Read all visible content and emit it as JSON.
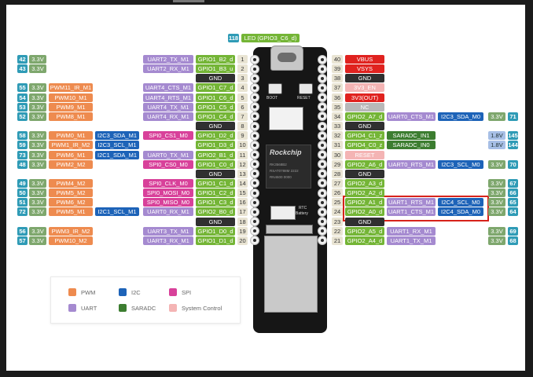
{
  "led": {
    "num": "118",
    "label": "LED (GPIO3_C6_d)"
  },
  "board": {
    "buttons": [
      "BOOT",
      "RESET"
    ],
    "chip_brand": "Rockchip",
    "chip_lines": [
      "RK3568B2",
      "RSAT0788M 2222",
      "RN4600 0000"
    ],
    "rtc_label": "RTC",
    "battery_label": "Battery"
  },
  "colors": {
    "pwm": "#ee8b4f",
    "i2c": "#1d63b8",
    "spi": "#d8419a",
    "uart": "#a58ad0",
    "saradc": "#3c7d30",
    "system": "#f4b4b4",
    "highlight": "#d7221b"
  },
  "left_rows": [
    {
      "num": "42",
      "volt": "3.3V",
      "pwm": "",
      "i2c": "",
      "func": "UART2_TX_M1",
      "gpio": "GPIO1_B2_d",
      "pin": "1"
    },
    {
      "num": "43",
      "volt": "3.3V",
      "pwm": "",
      "i2c": "",
      "func": "UART2_RX_M1",
      "gpio": "GPIO1_B3_u",
      "pin": "2"
    },
    {
      "num": "",
      "volt": "",
      "pwm": "",
      "i2c": "",
      "func": "",
      "gpio": "GND",
      "pin": "3"
    },
    {
      "num": "55",
      "volt": "3.3V",
      "pwm": "PWM11_IR_M1",
      "i2c": "",
      "func": "UART4_CTS_M1",
      "gpio": "GPIO1_C7_d",
      "pin": "4"
    },
    {
      "num": "54",
      "volt": "3.3V",
      "pwm": "PWM10_M1",
      "i2c": "",
      "func": "UART4_RTS_M1",
      "gpio": "GPIO1_C6_d",
      "pin": "5"
    },
    {
      "num": "53",
      "volt": "3.3V",
      "pwm": "PWM9_M1",
      "i2c": "",
      "func": "UART4_TX_M1",
      "gpio": "GPIO1_C5_d",
      "pin": "6"
    },
    {
      "num": "52",
      "volt": "3.3V",
      "pwm": "PWM8_M1",
      "i2c": "",
      "func": "UART4_RX_M1",
      "gpio": "GPIO1_C4_d",
      "pin": "7"
    },
    {
      "num": "",
      "volt": "",
      "pwm": "",
      "i2c": "",
      "func": "",
      "gpio": "GND",
      "pin": "8"
    },
    {
      "num": "58",
      "volt": "3.3V",
      "pwm": "PWM0_M1",
      "i2c": "I2C3_SDA_M1",
      "func": "SPI0_CS1_M0",
      "gpio": "GPIO1_D2_d",
      "pin": "9"
    },
    {
      "num": "59",
      "volt": "3.3V",
      "pwm": "PWM1_IR_M2",
      "i2c": "I2C3_SCL_M1",
      "func": "",
      "gpio": "GPIO1_D3_d",
      "pin": "10"
    },
    {
      "num": "73",
      "volt": "3.3V",
      "pwm": "PWM6_M1",
      "i2c": "I2C1_SDA_M1",
      "func": "UART0_TX_M1",
      "gpio": "GPIO2_B1_d",
      "pin": "11"
    },
    {
      "num": "48",
      "volt": "3.3V",
      "pwm": "PWM2_M2",
      "i2c": "",
      "func": "SPI0_CS0_M0",
      "gpio": "GPIO1_C0_d",
      "pin": "12"
    },
    {
      "num": "",
      "volt": "",
      "pwm": "",
      "i2c": "",
      "func": "",
      "gpio": "GND",
      "pin": "13"
    },
    {
      "num": "49",
      "volt": "3.3V",
      "pwm": "PWM4_M2",
      "i2c": "",
      "func": "SPI0_CLK_M0",
      "gpio": "GPIO1_C1_d",
      "pin": "14"
    },
    {
      "num": "50",
      "volt": "3.3V",
      "pwm": "PWM5_M2",
      "i2c": "",
      "func": "SPI0_MOSI_M0",
      "gpio": "GPIO1_C2_d",
      "pin": "15"
    },
    {
      "num": "51",
      "volt": "3.3V",
      "pwm": "PWM6_M2",
      "i2c": "",
      "func": "SPI0_MISO_M0",
      "gpio": "GPIO1_C3_d",
      "pin": "16"
    },
    {
      "num": "72",
      "volt": "3.3V",
      "pwm": "PWM5_M1",
      "i2c": "I2C1_SCL_M1",
      "func": "UART0_RX_M1",
      "gpio": "GPIO2_B0_d",
      "pin": "17"
    },
    {
      "num": "",
      "volt": "",
      "pwm": "",
      "i2c": "",
      "func": "",
      "gpio": "GND",
      "pin": "18"
    },
    {
      "num": "56",
      "volt": "3.3V",
      "pwm": "PWM3_IR_M2",
      "i2c": "",
      "func": "UART3_TX_M1",
      "gpio": "GPIO1_D0_d",
      "pin": "19"
    },
    {
      "num": "57",
      "volt": "3.3V",
      "pwm": "PWM10_M2",
      "i2c": "",
      "func": "UART3_RX_M1",
      "gpio": "GPIO1_D1_d",
      "pin": "20"
    }
  ],
  "right_rows": [
    {
      "pin": "40",
      "name": "VBUS",
      "kind": "pwr",
      "uart": "",
      "i2c": "",
      "volt": "",
      "num": ""
    },
    {
      "pin": "39",
      "name": "VSYS",
      "kind": "pwr",
      "uart": "",
      "i2c": "",
      "volt": "",
      "num": ""
    },
    {
      "pin": "38",
      "name": "GND",
      "kind": "gnd",
      "uart": "",
      "i2c": "",
      "volt": "",
      "num": ""
    },
    {
      "pin": "37",
      "name": "3V3_EN",
      "kind": "reset",
      "uart": "",
      "i2c": "",
      "volt": "",
      "num": ""
    },
    {
      "pin": "36",
      "name": "3V3(OUT)",
      "kind": "pwr",
      "uart": "",
      "i2c": "",
      "volt": "",
      "num": ""
    },
    {
      "pin": "35",
      "name": "NC",
      "kind": "nc",
      "uart": "",
      "i2c": "",
      "volt": "",
      "num": ""
    },
    {
      "pin": "34",
      "name": "GPIO2_A7_d",
      "kind": "gpio",
      "uart": "UART0_CTS_M1",
      "i2c": "I2C3_SDA_M0",
      "volt": "3.3V",
      "num": "71"
    },
    {
      "pin": "33",
      "name": "GND",
      "kind": "gnd",
      "uart": "",
      "i2c": "",
      "volt": "",
      "num": ""
    },
    {
      "pin": "32",
      "name": "GPIO4_C1_z",
      "kind": "gpio",
      "uart": "SARADC_IN1",
      "i2c": "",
      "volt": "1.8V",
      "num": "145"
    },
    {
      "pin": "31",
      "name": "GPIO4_C0_z",
      "kind": "gpio",
      "uart": "SARADC_IN0",
      "i2c": "",
      "volt": "1.8V",
      "num": "144"
    },
    {
      "pin": "30",
      "name": "RESET",
      "kind": "reset",
      "uart": "",
      "i2c": "",
      "volt": "",
      "num": ""
    },
    {
      "pin": "29",
      "name": "GPIO2_A6_d",
      "kind": "gpio",
      "uart": "UART0_RTS_M1",
      "i2c": "I2C3_SCL_M0",
      "volt": "3.3V",
      "num": "70"
    },
    {
      "pin": "28",
      "name": "GND",
      "kind": "gnd",
      "uart": "",
      "i2c": "",
      "volt": "",
      "num": ""
    },
    {
      "pin": "27",
      "name": "GPIO2_A3_d",
      "kind": "gpio",
      "uart": "",
      "i2c": "",
      "volt": "3.3V",
      "num": "67"
    },
    {
      "pin": "26",
      "name": "GPIO2_A2_d",
      "kind": "gpio",
      "uart": "",
      "i2c": "",
      "volt": "3.3V",
      "num": "66"
    },
    {
      "pin": "25",
      "name": "GPIO2_A1_d",
      "kind": "gpio",
      "uart": "UART1_RTS_M1",
      "i2c": "I2C4_SCL_M0",
      "volt": "3.3V",
      "num": "65"
    },
    {
      "pin": "24",
      "name": "GPIO2_A0_d",
      "kind": "gpio",
      "uart": "UART1_CTS_M1",
      "i2c": "I2C4_SDA_M0",
      "volt": "3.3V",
      "num": "64"
    },
    {
      "pin": "23",
      "name": "GND",
      "kind": "gnd",
      "uart": "",
      "i2c": "",
      "volt": "",
      "num": ""
    },
    {
      "pin": "22",
      "name": "GPIO2_A5_d",
      "kind": "gpio",
      "uart": "UART1_RX_M1",
      "i2c": "",
      "volt": "3.3V",
      "num": "69"
    },
    {
      "pin": "21",
      "name": "GPIO2_A4_d",
      "kind": "gpio",
      "uart": "UART1_TX_M1",
      "i2c": "",
      "volt": "3.3V",
      "num": "68"
    }
  ],
  "legend": [
    {
      "label": "PWM",
      "color": "#ee8b4f"
    },
    {
      "label": "I2C",
      "color": "#1d63b8"
    },
    {
      "label": "SPI",
      "color": "#d8419a"
    },
    {
      "label": "UART",
      "color": "#a58ad0"
    },
    {
      "label": "SARADC",
      "color": "#3c7d30"
    },
    {
      "label": "System Control",
      "color": "#f4b4b4"
    }
  ]
}
